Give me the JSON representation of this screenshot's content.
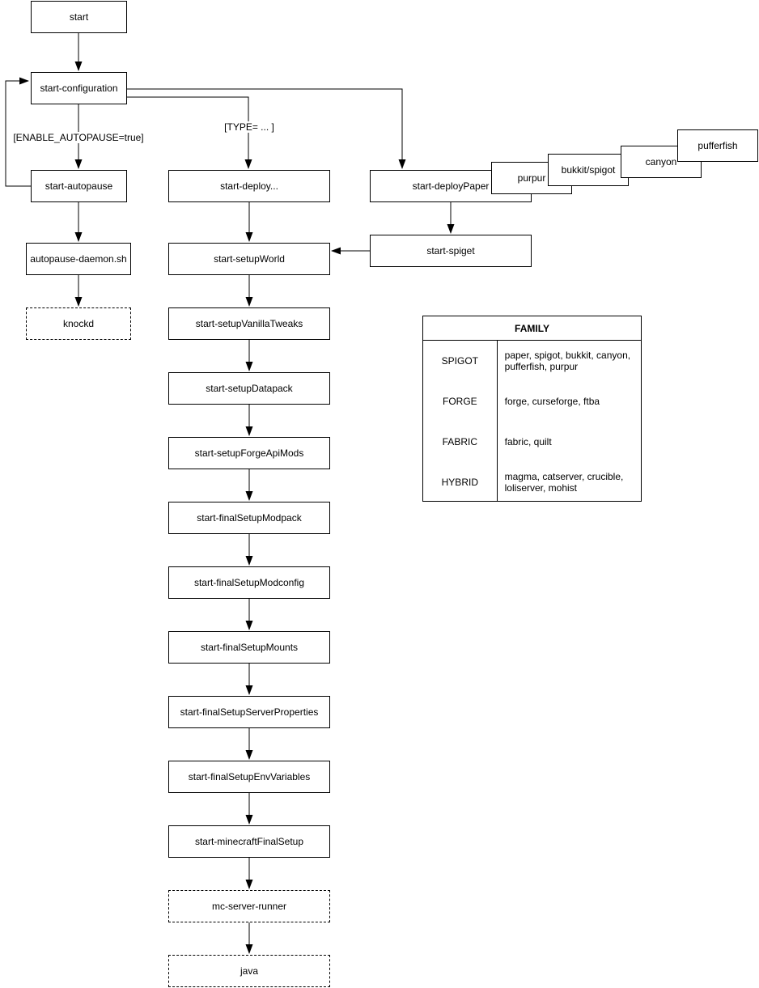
{
  "diagram": {
    "nodes": {
      "start": "start",
      "start_configuration": "start-configuration",
      "start_autopause": "start-autopause",
      "autopause_daemon": "autopause-daemon.sh",
      "knockd": "knockd",
      "start_deploy": "start-deploy...",
      "start_deploy_paper": "start-deployPaper",
      "purpur": "purpur",
      "bukkit_spigot": "bukkit/spigot",
      "canyon": "canyon",
      "pufferfish": "pufferfish",
      "start_spiget": "start-spiget",
      "start_setup_world": "start-setupWorld",
      "start_setup_vanilla_tweaks": "start-setupVanillaTweaks",
      "start_setup_datapack": "start-setupDatapack",
      "start_setup_forge_api_mods": "start-setupForgeApiMods",
      "start_final_setup_modpack": "start-finalSetupModpack",
      "start_final_setup_modconfig": "start-finalSetupModconfig",
      "start_final_setup_mounts": "start-finalSetupMounts",
      "start_final_setup_server_properties": "start-finalSetupServerProperties",
      "start_final_setup_env_variables": "start-finalSetupEnvVariables",
      "start_minecraft_final_setup": "start-minecraftFinalSetup",
      "mc_server_runner": "mc-server-runner",
      "java": "java"
    },
    "edge_labels": {
      "enable_autopause": "[ENABLE_AUTOPAUSE=true]",
      "type": "[TYPE= ... ]"
    },
    "colors": {
      "line": "#000000",
      "node_fill": "#ffffff",
      "node_border": "#000000",
      "text": "#000000"
    }
  },
  "family_table": {
    "title": "FAMILY",
    "rows": [
      {
        "family": "SPIGOT",
        "members": "paper, spigot, bukkit, canyon, pufferfish, purpur"
      },
      {
        "family": "FORGE",
        "members": "forge, curseforge, ftba"
      },
      {
        "family": "FABRIC",
        "members": "fabric, quilt"
      },
      {
        "family": "HYBRID",
        "members": "magma, catserver, crucible, loliserver, mohist"
      }
    ]
  }
}
